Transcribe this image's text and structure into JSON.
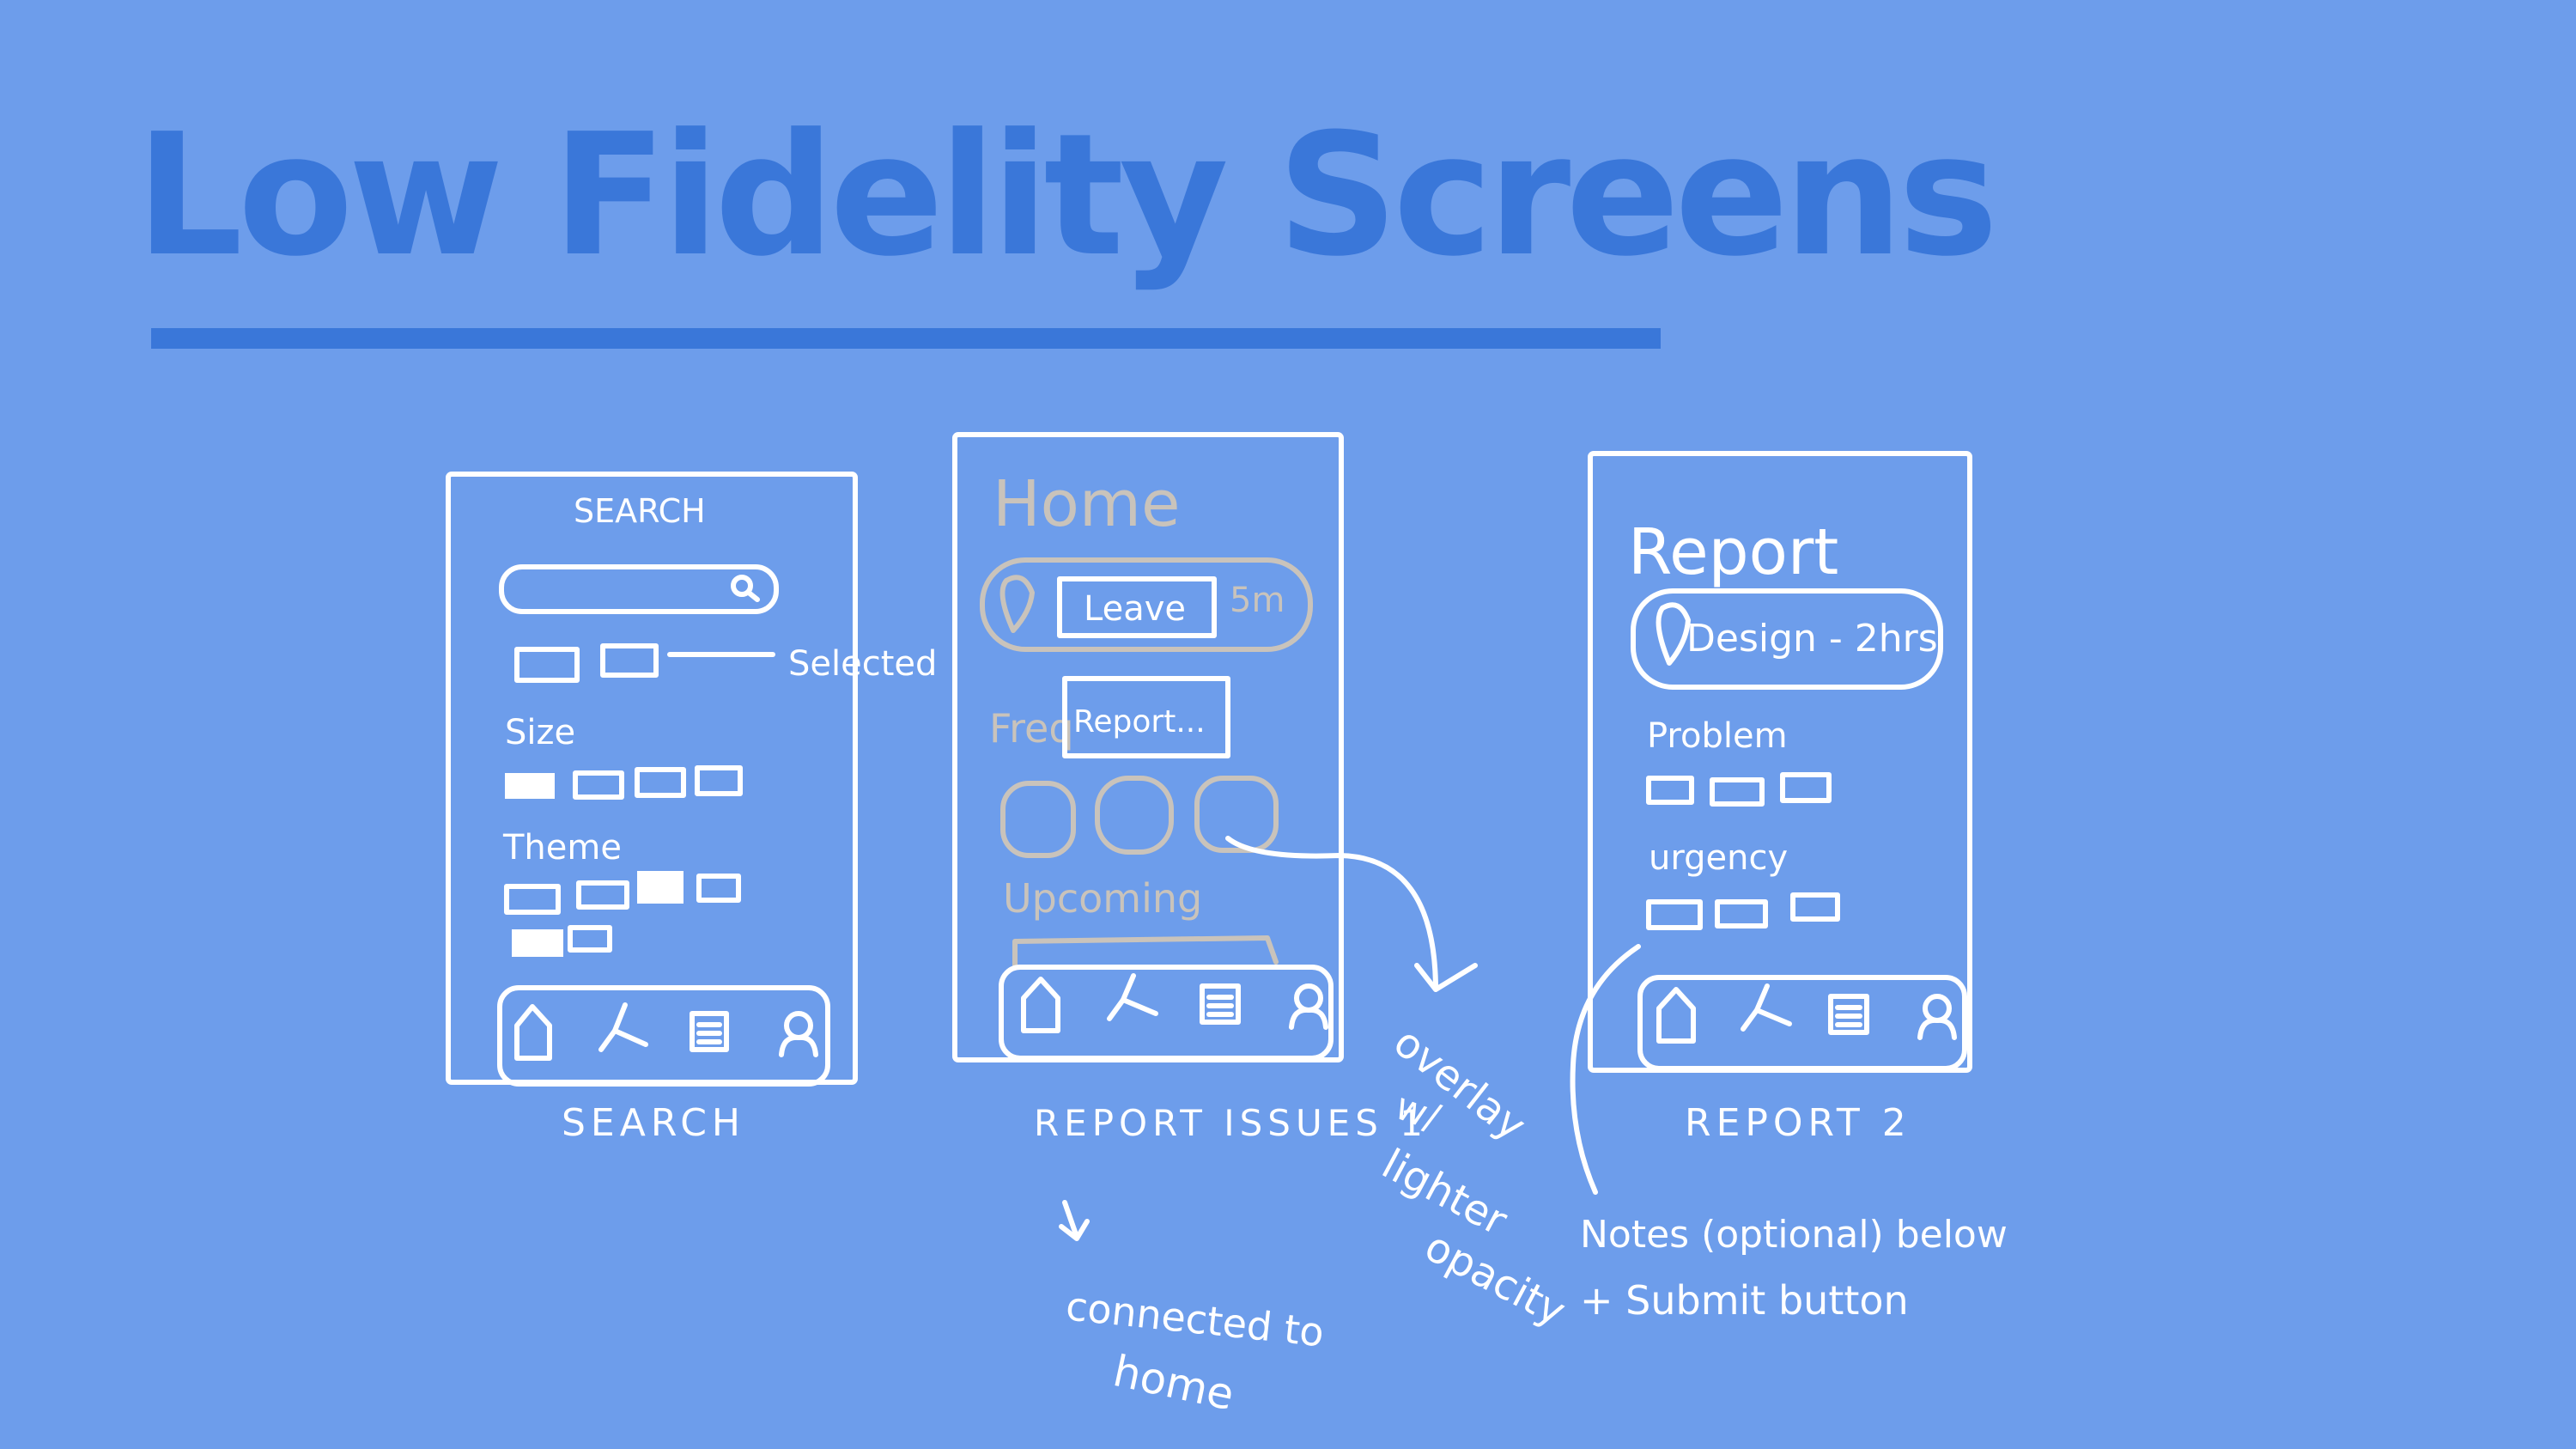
{
  "slide": {
    "title": "Low Fidelity Screens",
    "colors": {
      "background": "#6d9deb",
      "accent": "#3a77d9",
      "sketch": "#ffffff",
      "faded": "#c9c3bb"
    }
  },
  "search_screen": {
    "heading": "SEARCH",
    "selected_note": "Selected",
    "size_label": "Size",
    "theme_label": "Theme",
    "caption": "SEARCH",
    "icons": [
      "search-icon",
      "home-icon",
      "branch-icon",
      "list-icon",
      "user-icon"
    ]
  },
  "home_screen": {
    "heading": "Home",
    "leave_label": "Leave",
    "leave_time": "5m",
    "freq_label": "Freq",
    "report_popup": "Report...",
    "upcoming_label": "Upcoming",
    "caption": "REPORT ISSUES 1",
    "icons": [
      "pin-icon",
      "home-icon",
      "branch-icon",
      "list-icon",
      "user-icon"
    ]
  },
  "report_screen": {
    "heading": "Report",
    "task_chip": "Design - 2hrs",
    "problem_label": "Problem",
    "urgency_label": "urgency",
    "caption": "REPORT 2",
    "icons": [
      "pin-icon",
      "home-icon",
      "branch-icon",
      "list-icon",
      "user-icon"
    ]
  },
  "annotations": {
    "connected": [
      "connected to",
      "home"
    ],
    "overlay": [
      "overlay",
      "w/",
      "lighter",
      "opacity"
    ],
    "notes": [
      "Notes (optional) below",
      "+ Submit button"
    ]
  }
}
